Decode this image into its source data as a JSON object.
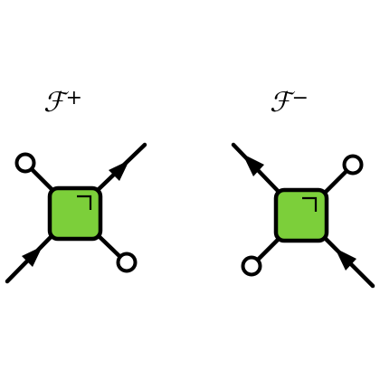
{
  "tensors": [
    {
      "name": "F-plus",
      "symbol": "ℱ",
      "subscript": "+"
    },
    {
      "name": "F-minus",
      "symbol": "ℱ",
      "subscript": "−"
    }
  ],
  "colors": {
    "node_fill": "#7ccf3a",
    "stroke": "#000000",
    "open_endpoint_fill": "#ffffff"
  }
}
